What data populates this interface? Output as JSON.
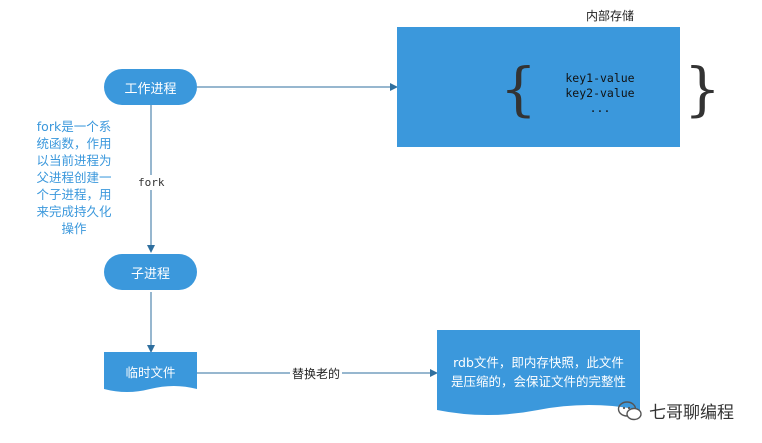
{
  "diagram": {
    "storage_title": "内部存储",
    "storage_lines": [
      "key1-value",
      "key2-value",
      "..."
    ],
    "work_process": "工作进程",
    "child_process": "子进程",
    "temp_file": "临时文件",
    "fork_label": "fork",
    "replace_label": "替换老的",
    "note_lines": [
      "fork是一个系",
      "统函数，作用",
      "以当前进程为",
      "父进程创建一",
      "个子进程，用",
      "来完成持久化",
      "操作"
    ],
    "rdb_lines": [
      "rdb文件，即内存快照，此文件",
      "是压缩的，会保证文件的完整性"
    ]
  },
  "watermark": {
    "icon": "wechat-icon",
    "text": "七哥聊编程"
  },
  "colors": {
    "accent": "#3b98dc",
    "line": "#2f6f9f"
  }
}
